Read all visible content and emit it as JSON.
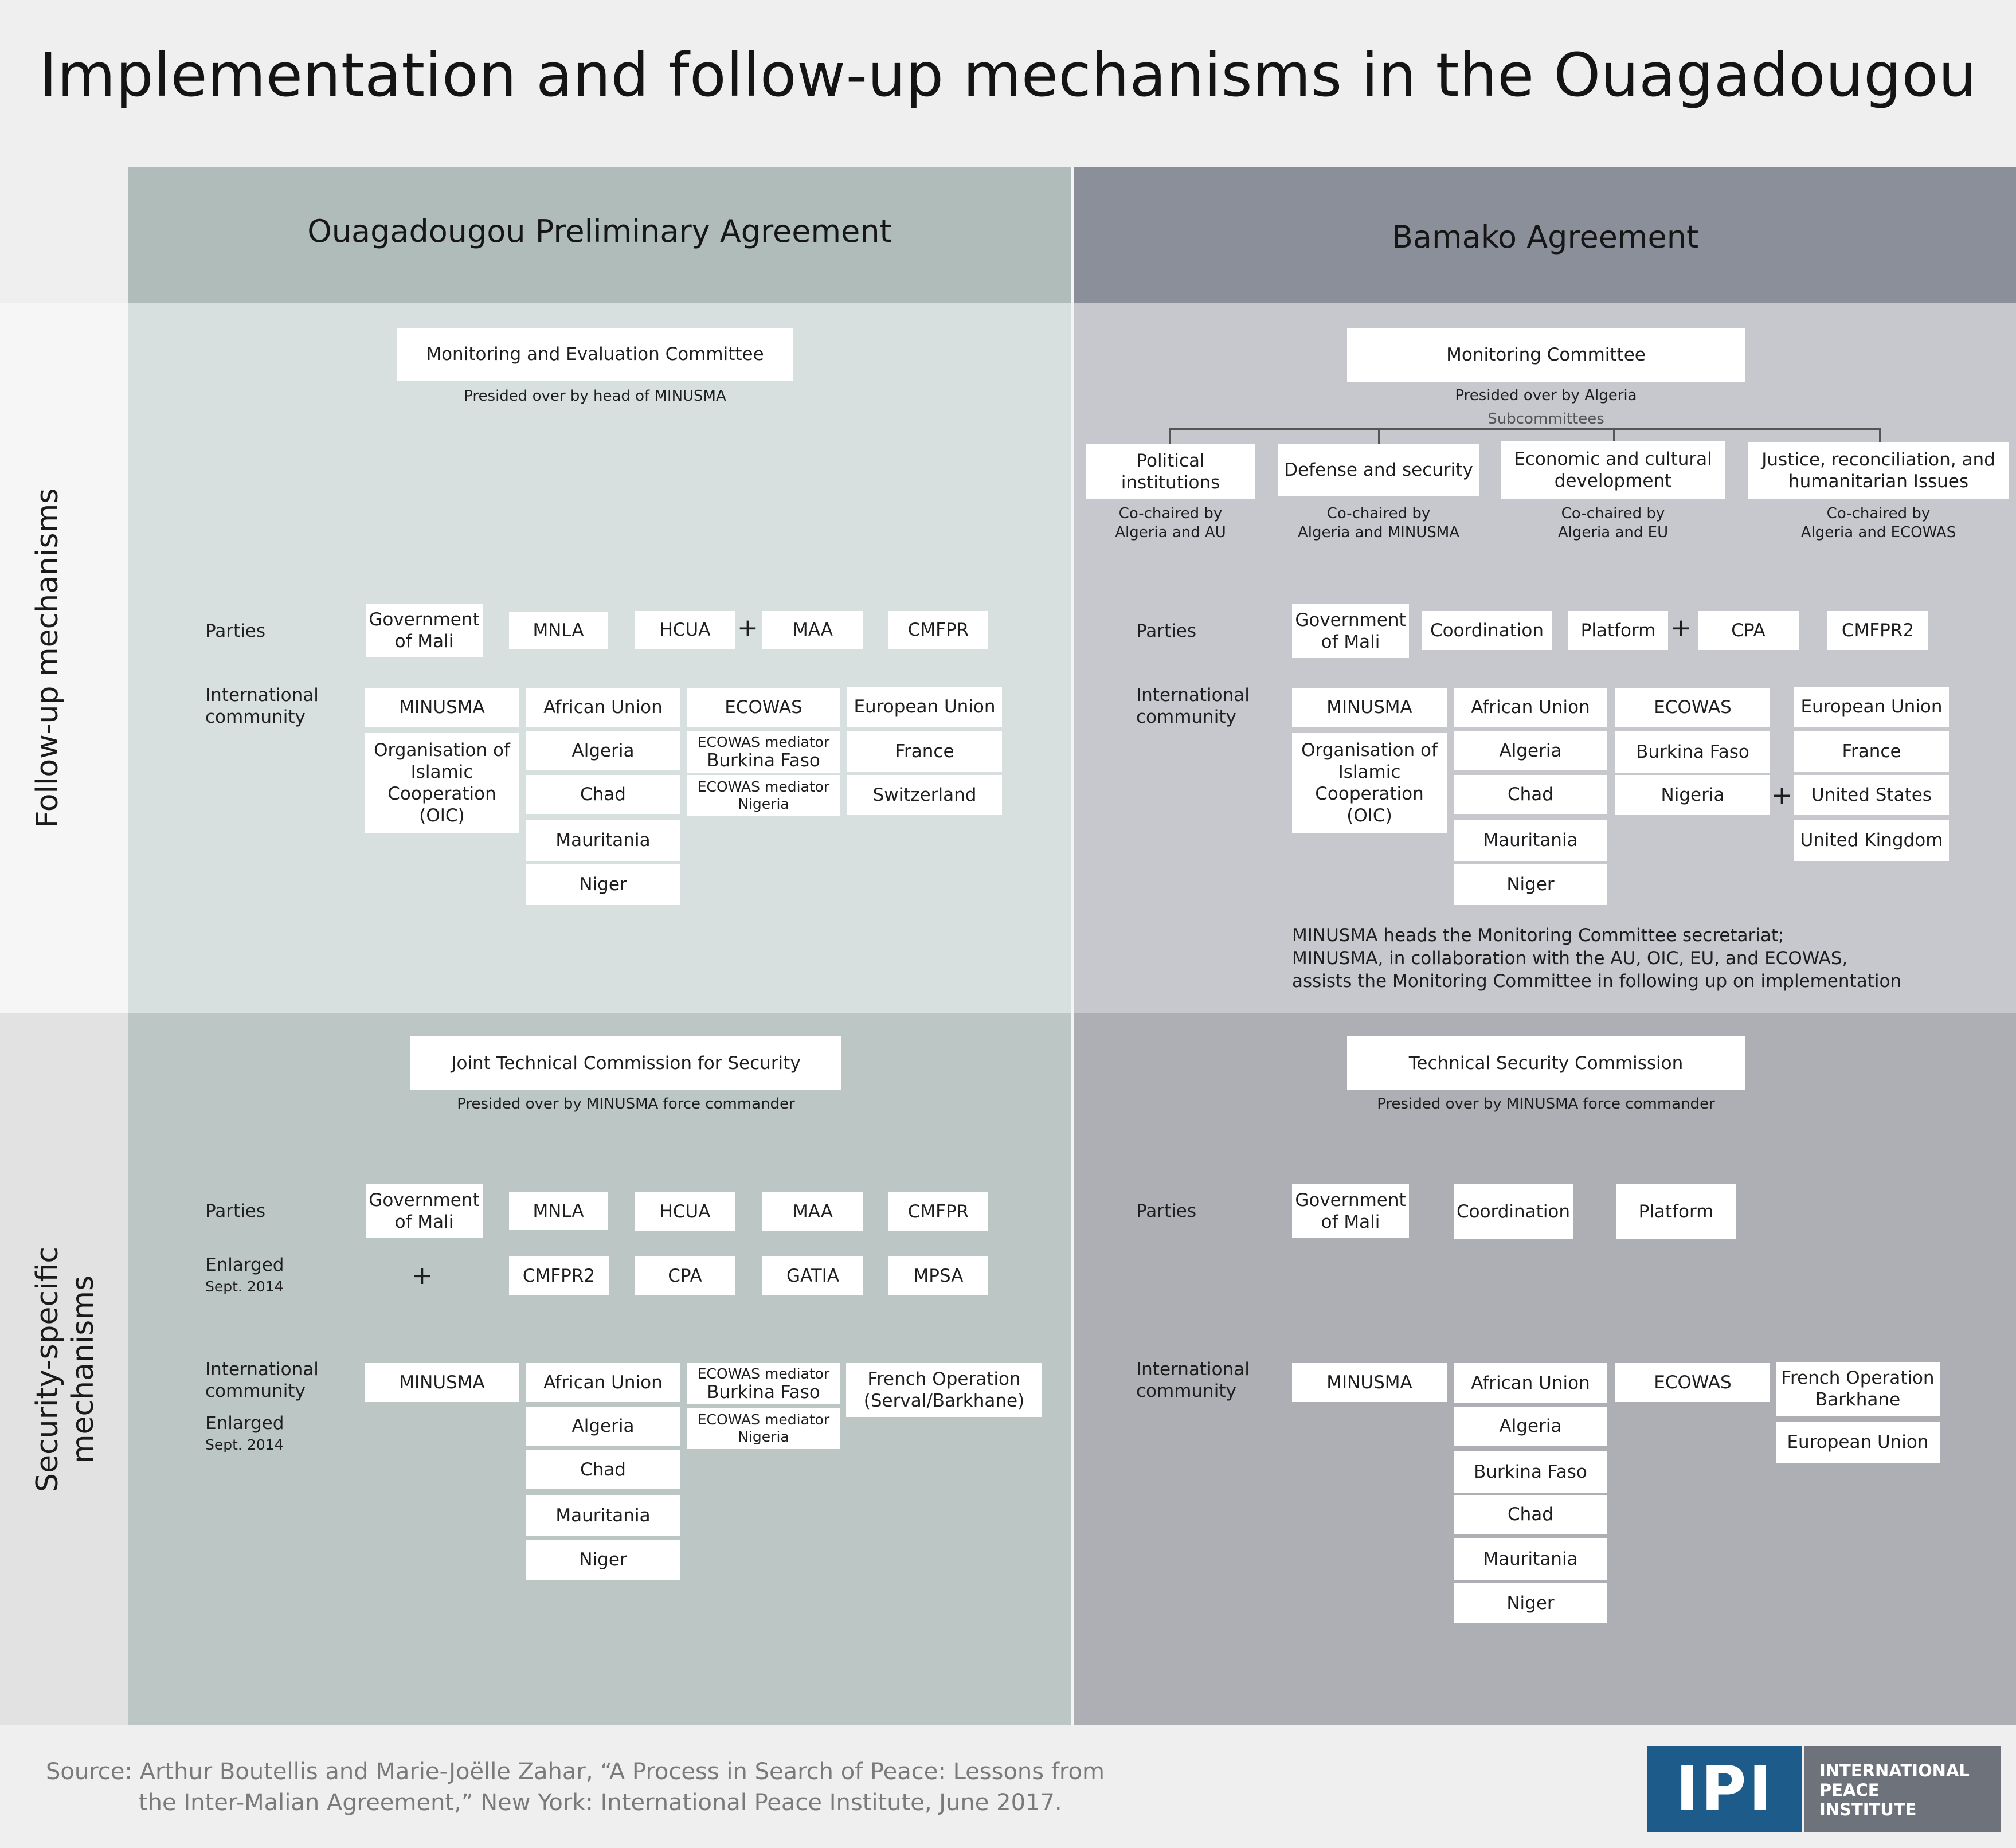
{
  "title": "Implementation and follow-up mechanisms in the Ouagadougou",
  "columns": {
    "left": "Ouagadougou Preliminary Agreement",
    "right": "Bamako Agreement"
  },
  "rows": {
    "follow_up": "Follow-up mechanisms",
    "security": "Security-specific mechanisms"
  },
  "labels": {
    "parties": "Parties",
    "international_community": "International community",
    "enlarged": "Enlarged",
    "sept_2014": "Sept. 2014"
  },
  "tl": {
    "committee": "Monitoring and Evaluation Committee",
    "presided": "Presided over by head of MINUSMA",
    "parties": [
      "Government of Mali",
      "MNLA",
      "HCUA",
      "MAA",
      "CMFPR"
    ],
    "plus": "+",
    "intl": {
      "minusma": "MINUSMA",
      "oic": "Organisation of Islamic Cooperation (OIC)",
      "au": [
        "African Union",
        "Algeria",
        "Chad",
        "Mauritania",
        "Niger"
      ],
      "ecowas": "ECOWAS",
      "mediator_label": "ECOWAS mediator",
      "mediators": [
        "Burkina Faso",
        "Nigeria"
      ],
      "eu": [
        "European Union",
        "France",
        "Switzerland"
      ]
    }
  },
  "tr": {
    "committee": "Monitoring Committee",
    "presided": "Presided over by Algeria",
    "subcommittees_label": "Subcommittees",
    "subcommittees": [
      {
        "name": "Political institutions",
        "chairs": [
          "Co-chaired by",
          "Algeria and AU"
        ]
      },
      {
        "name": "Defense and security",
        "chairs": [
          "Co-chaired by",
          "Algeria and MINUSMA"
        ]
      },
      {
        "name": "Economic and cultural development",
        "chairs": [
          "Co-chaired by",
          "Algeria and EU"
        ]
      },
      {
        "name": "Justice, reconciliation, and humanitarian Issues",
        "chairs": [
          "Co-chaired by",
          "Algeria and ECOWAS"
        ]
      }
    ],
    "parties": [
      "Government of Mali",
      "Coordination",
      "Platform",
      "CPA",
      "CMFPR2"
    ],
    "plus": "+",
    "intl": {
      "minusma": "MINUSMA",
      "oic": "Organisation of Islamic Cooperation (OIC)",
      "au": [
        "African Union",
        "Algeria",
        "Chad",
        "Mauritania",
        "Niger"
      ],
      "ecowas": [
        "ECOWAS",
        "Burkina Faso",
        "Nigeria"
      ],
      "others": [
        "European Union",
        "France",
        "United States",
        "United Kingdom"
      ]
    },
    "note": [
      "MINUSMA heads the Monitoring Committee secretariat;",
      "MINUSMA, in collaboration with the AU, OIC, EU, and ECOWAS,",
      "assists the Monitoring Committee in following up on implementation"
    ]
  },
  "bl": {
    "committee": "Joint Technical Commission for Security",
    "presided": "Presided over by MINUSMA force commander",
    "parties": [
      "Government of Mali",
      "MNLA",
      "HCUA",
      "MAA",
      "CMFPR"
    ],
    "enlarged_parties": [
      "CMFPR2",
      "CPA",
      "GATIA",
      "MPSA"
    ],
    "plus": "+",
    "intl": {
      "minusma": "MINUSMA",
      "au": [
        "African Union",
        "Algeria",
        "Chad",
        "Mauritania",
        "Niger"
      ],
      "mediator_label": "ECOWAS mediator",
      "mediators": [
        "Burkina Faso",
        "Nigeria"
      ],
      "french_op": "French Operation (Serval/Barkhane)"
    }
  },
  "br": {
    "committee": "Technical Security Commission",
    "presided": "Presided over by MINUSMA force commander",
    "parties": [
      "Government of Mali",
      "Coordination",
      "Platform"
    ],
    "intl": {
      "minusma": "MINUSMA",
      "au": [
        "African Union",
        "Algeria",
        "Burkina Faso",
        "Chad",
        "Mauritania",
        "Niger"
      ],
      "ecowas": "ECOWAS",
      "french_op": "French Operation Barkhane",
      "eu": "European Union"
    }
  },
  "footer": {
    "source_line1": "Source: Arthur Boutellis and Marie-Joëlle Zahar, “A Process in Search of Peace: Lessons from",
    "source_line2": "the Inter-Malian Agreement,” New York: International Peace Institute, June 2017.",
    "logo_abbr": "IPI",
    "logo_name": [
      "INTERNATIONAL",
      "PEACE",
      "INSTITUTE"
    ]
  },
  "colors": {
    "ipi_blue": "#1d5b8a",
    "ipi_gray": "#6e737b",
    "left_header": "#afbcb9",
    "right_header": "#8b8f99"
  }
}
